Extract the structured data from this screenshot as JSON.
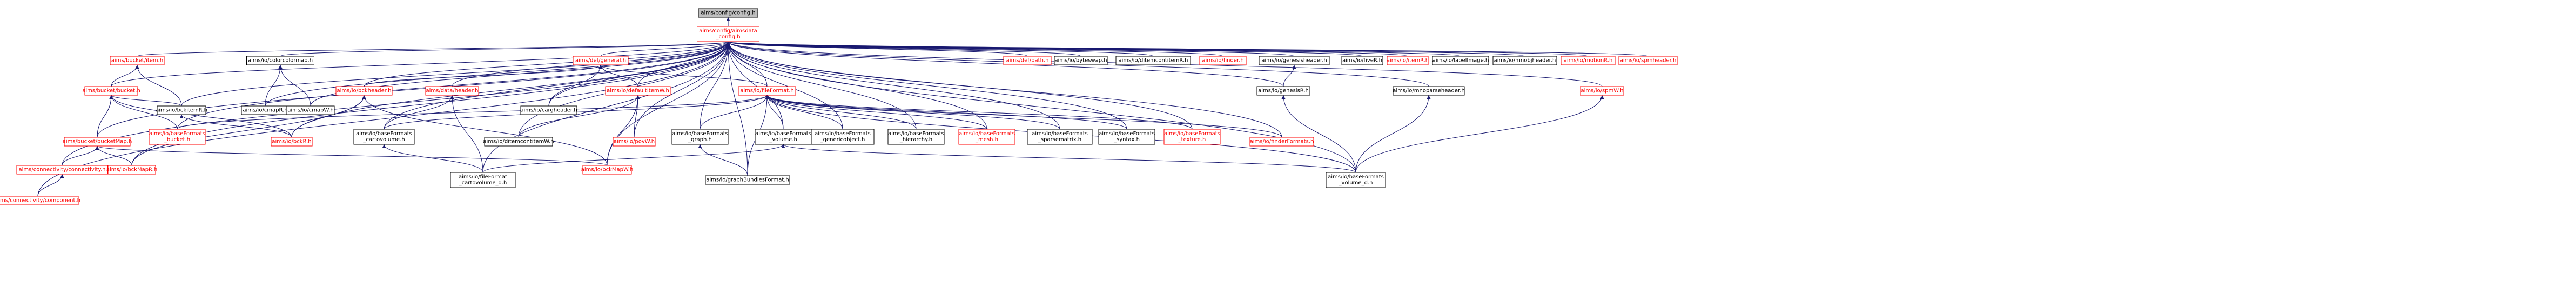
{
  "graph": {
    "colors": {
      "edge": "#191970",
      "hub_text": "#ff0000",
      "leaf_text": "#000000",
      "root_fill": "#bfbfbf",
      "background": "#ffffff"
    },
    "nodes": [
      {
        "id": "config",
        "label": "aims/config/config.h",
        "style": "root"
      },
      {
        "id": "aimsdata",
        "label": "aims/config/aimsdata\n_config.h",
        "style": "hub"
      },
      {
        "id": "bucketitem",
        "label": "aims/bucket/item.h",
        "style": "hub"
      },
      {
        "id": "colormap",
        "label": "aims/io/colorcolormap.h",
        "style": "leaf"
      },
      {
        "id": "defgeneral",
        "label": "aims/def/general.h",
        "style": "hub"
      },
      {
        "id": "defpath",
        "label": "aims/def/path.h",
        "style": "hub"
      },
      {
        "id": "byteswap",
        "label": "aims/io/byteswap.h",
        "style": "leaf"
      },
      {
        "id": "ioditemR",
        "label": "aims/io/ditemcontitemR.h",
        "style": "leaf"
      },
      {
        "id": "finder",
        "label": "aims/io/finder.h",
        "style": "hub"
      },
      {
        "id": "genesisheader",
        "label": "aims/io/genesisheader.h",
        "style": "leaf"
      },
      {
        "id": "fivek",
        "label": "aims/io/fiveR.h",
        "style": "leaf"
      },
      {
        "id": "itemR",
        "label": "aims/io/itemR.h",
        "style": "hub"
      },
      {
        "id": "labelimage",
        "label": "aims/io/labelImage.h",
        "style": "leaf"
      },
      {
        "id": "minobjheader",
        "label": "aims/io/mnobjheader.h",
        "style": "leaf"
      },
      {
        "id": "motionR",
        "label": "aims/io/motionR.h",
        "style": "hub"
      },
      {
        "id": "spmheader",
        "label": "aims/io/spmheader.h",
        "style": "hub"
      },
      {
        "id": "bucket",
        "label": "aims/bucket/bucket.h",
        "style": "hub"
      },
      {
        "id": "bckheader",
        "label": "aims/io/bckheader.h",
        "style": "hub"
      },
      {
        "id": "bckitemR",
        "label": "aims/io/bckitemR.h",
        "style": "leaf"
      },
      {
        "id": "iocmapR",
        "label": "aims/io/cmapR.h",
        "style": "leaf"
      },
      {
        "id": "iocmapW",
        "label": "aims/io/cmapW.h",
        "style": "leaf"
      },
      {
        "id": "dataheader",
        "label": "aims/data/header.h",
        "style": "hub"
      },
      {
        "id": "cargheader",
        "label": "aims/io/cargheader.h",
        "style": "leaf"
      },
      {
        "id": "defaultitemW",
        "label": "aims/io/defaultItemW.h",
        "style": "hub"
      },
      {
        "id": "fileformat",
        "label": "aims/io/fileFormat.h",
        "style": "hub"
      },
      {
        "id": "genesisR",
        "label": "aims/io/genesisR.h",
        "style": "leaf"
      },
      {
        "id": "mnparseheader",
        "label": "aims/io/mnoparseheader.h",
        "style": "leaf"
      },
      {
        "id": "spmR",
        "label": "aims/io/spmW.h",
        "style": "hub"
      },
      {
        "id": "bformbucket",
        "label": "aims/io/baseFormats\n_bucket.h",
        "style": "hub"
      },
      {
        "id": "bckR",
        "label": "aims/io/bckR.h",
        "style": "hub"
      },
      {
        "id": "bformcarto",
        "label": "aims/io/baseFormats\n_cartovolume.h",
        "style": "leaf"
      },
      {
        "id": "ditemcontW",
        "label": "aims/io/ditemcontitemW.h",
        "style": "leaf"
      },
      {
        "id": "povW",
        "label": "aims/io/povW.h",
        "style": "hub"
      },
      {
        "id": "bformgraph",
        "label": "aims/io/baseFormats\n_graph.h",
        "style": "leaf"
      },
      {
        "id": "bformvolume",
        "label": "aims/io/baseFormats\n_volume.h",
        "style": "leaf"
      },
      {
        "id": "bformgeneric",
        "label": "aims/io/baseFormats\n_genericobject.h",
        "style": "leaf"
      },
      {
        "id": "bformhier",
        "label": "aims/io/baseFormats\n_hierarchy.h",
        "style": "leaf"
      },
      {
        "id": "bformmesh",
        "label": "aims/io/baseFormats\n_mesh.h",
        "style": "hub"
      },
      {
        "id": "bformsparse",
        "label": "aims/io/baseFormats\n_sparsematrix.h",
        "style": "leaf"
      },
      {
        "id": "bformsyntax",
        "label": "aims/io/baseFormats\n_syntax.h",
        "style": "leaf"
      },
      {
        "id": "bformtexture",
        "label": "aims/io/baseFormats\n_texture.h",
        "style": "hub"
      },
      {
        "id": "finderformats",
        "label": "aims/io/finderFormats.h",
        "style": "hub"
      },
      {
        "id": "bucketmap",
        "label": "aims/bucket/bucketMap.h",
        "style": "hub"
      },
      {
        "id": "connectivity",
        "label": "aims/connectivity/connectivity.h",
        "style": "hub"
      },
      {
        "id": "bckmapR",
        "label": "aims/io/bckMapR.h",
        "style": "hub"
      },
      {
        "id": "bckmapW",
        "label": "aims/io/bckMapW.h",
        "style": "hub"
      },
      {
        "id": "cartovold",
        "label": "aims/io/fileFormat\n_cartovolume_d.h",
        "style": "leaf"
      },
      {
        "id": "graphbundles",
        "label": "aims/io/graphBundlesFormat.h",
        "style": "leaf"
      },
      {
        "id": "bformvold",
        "label": "aims/io/baseFormats\n_volume_d.h",
        "style": "leaf"
      },
      {
        "id": "component",
        "label": "aims/connectivity/component.h",
        "style": "hub"
      }
    ],
    "edges": [
      [
        "aimsdata",
        "config"
      ],
      [
        "bucketitem",
        "aimsdata"
      ],
      [
        "colormap",
        "aimsdata"
      ],
      [
        "defgeneral",
        "aimsdata"
      ],
      [
        "defpath",
        "aimsdata"
      ],
      [
        "byteswap",
        "aimsdata"
      ],
      [
        "ioditemR",
        "aimsdata"
      ],
      [
        "finder",
        "aimsdata"
      ],
      [
        "genesisheader",
        "aimsdata"
      ],
      [
        "fivek",
        "aimsdata"
      ],
      [
        "itemR",
        "aimsdata"
      ],
      [
        "labelimage",
        "aimsdata"
      ],
      [
        "minobjheader",
        "aimsdata"
      ],
      [
        "motionR",
        "aimsdata"
      ],
      [
        "spmheader",
        "aimsdata"
      ],
      [
        "bucket",
        "aimsdata"
      ],
      [
        "bckheader",
        "aimsdata"
      ],
      [
        "bckitemR",
        "aimsdata"
      ],
      [
        "iocmapR",
        "aimsdata"
      ],
      [
        "iocmapW",
        "aimsdata"
      ],
      [
        "dataheader",
        "aimsdata"
      ],
      [
        "cargheader",
        "aimsdata"
      ],
      [
        "defaultitemW",
        "aimsdata"
      ],
      [
        "fileformat",
        "aimsdata"
      ],
      [
        "mnparseheader",
        "aimsdata"
      ],
      [
        "spmR",
        "aimsdata"
      ],
      [
        "bformcarto",
        "aimsdata"
      ],
      [
        "ditemcontW",
        "aimsdata"
      ],
      [
        "povW",
        "aimsdata"
      ],
      [
        "bformgraph",
        "aimsdata"
      ],
      [
        "bformvolume",
        "aimsdata"
      ],
      [
        "bformgeneric",
        "aimsdata"
      ],
      [
        "bformhier",
        "aimsdata"
      ],
      [
        "bformmesh",
        "aimsdata"
      ],
      [
        "bformsparse",
        "aimsdata"
      ],
      [
        "bformsyntax",
        "aimsdata"
      ],
      [
        "bformtexture",
        "aimsdata"
      ],
      [
        "finderformats",
        "aimsdata"
      ],
      [
        "bucketmap",
        "aimsdata"
      ],
      [
        "connectivity",
        "aimsdata"
      ],
      [
        "bckmapR",
        "aimsdata"
      ],
      [
        "bckmapW",
        "aimsdata"
      ],
      [
        "cartovold",
        "aimsdata"
      ],
      [
        "graphbundles",
        "aimsdata"
      ],
      [
        "bformvold",
        "aimsdata"
      ],
      [
        "component",
        "aimsdata"
      ],
      [
        "bckR",
        "aimsdata"
      ],
      [
        "bformbucket",
        "aimsdata"
      ],
      [
        "genesisR",
        "aimsdata"
      ],
      [
        "bucket",
        "bucketitem"
      ],
      [
        "bckitemR",
        "bucketitem"
      ],
      [
        "iocmapR",
        "colormap"
      ],
      [
        "iocmapW",
        "colormap"
      ],
      [
        "bckheader",
        "defgeneral"
      ],
      [
        "cargheader",
        "defgeneral"
      ],
      [
        "defaultitemW",
        "defgeneral"
      ],
      [
        "fileformat",
        "defgeneral"
      ],
      [
        "genesisR",
        "genesisheader"
      ],
      [
        "bformvold",
        "genesisR"
      ],
      [
        "bformvold",
        "mnparseheader"
      ],
      [
        "bformvold",
        "spmR"
      ],
      [
        "bformbucket",
        "bucket"
      ],
      [
        "bckR",
        "bucket"
      ],
      [
        "bucketmap",
        "bucket"
      ],
      [
        "bckitemR",
        "bucket"
      ],
      [
        "bckR",
        "bckheader"
      ],
      [
        "bckmapW",
        "bckheader"
      ],
      [
        "bckmapR",
        "bckheader"
      ],
      [
        "bckR",
        "bckitemR"
      ],
      [
        "bformcarto",
        "dataheader"
      ],
      [
        "cartovold",
        "dataheader"
      ],
      [
        "ditemcontW",
        "defaultitemW"
      ],
      [
        "povW",
        "defaultitemW"
      ],
      [
        "bckmapW",
        "defaultitemW"
      ],
      [
        "bformgraph",
        "fileformat"
      ],
      [
        "bformvolume",
        "fileformat"
      ],
      [
        "bformgeneric",
        "fileformat"
      ],
      [
        "bformhier",
        "fileformat"
      ],
      [
        "bformmesh",
        "fileformat"
      ],
      [
        "bformsparse",
        "fileformat"
      ],
      [
        "bformsyntax",
        "fileformat"
      ],
      [
        "bformtexture",
        "fileformat"
      ],
      [
        "finderformats",
        "fileformat"
      ],
      [
        "bformbucket",
        "fileformat"
      ],
      [
        "bformcarto",
        "fileformat"
      ],
      [
        "graphbundles",
        "fileformat"
      ],
      [
        "bformvold",
        "fileformat"
      ],
      [
        "bucketmap",
        "bucket"
      ],
      [
        "connectivity",
        "bucketmap"
      ],
      [
        "bckmapR",
        "bucketmap"
      ],
      [
        "bckmapW",
        "bucketmap"
      ],
      [
        "cartovold",
        "bformcarto"
      ],
      [
        "graphbundles",
        "bformgraph"
      ],
      [
        "bformvold",
        "bformvolume"
      ],
      [
        "cartovold",
        "bformvolume"
      ],
      [
        "component",
        "connectivity"
      ]
    ]
  }
}
